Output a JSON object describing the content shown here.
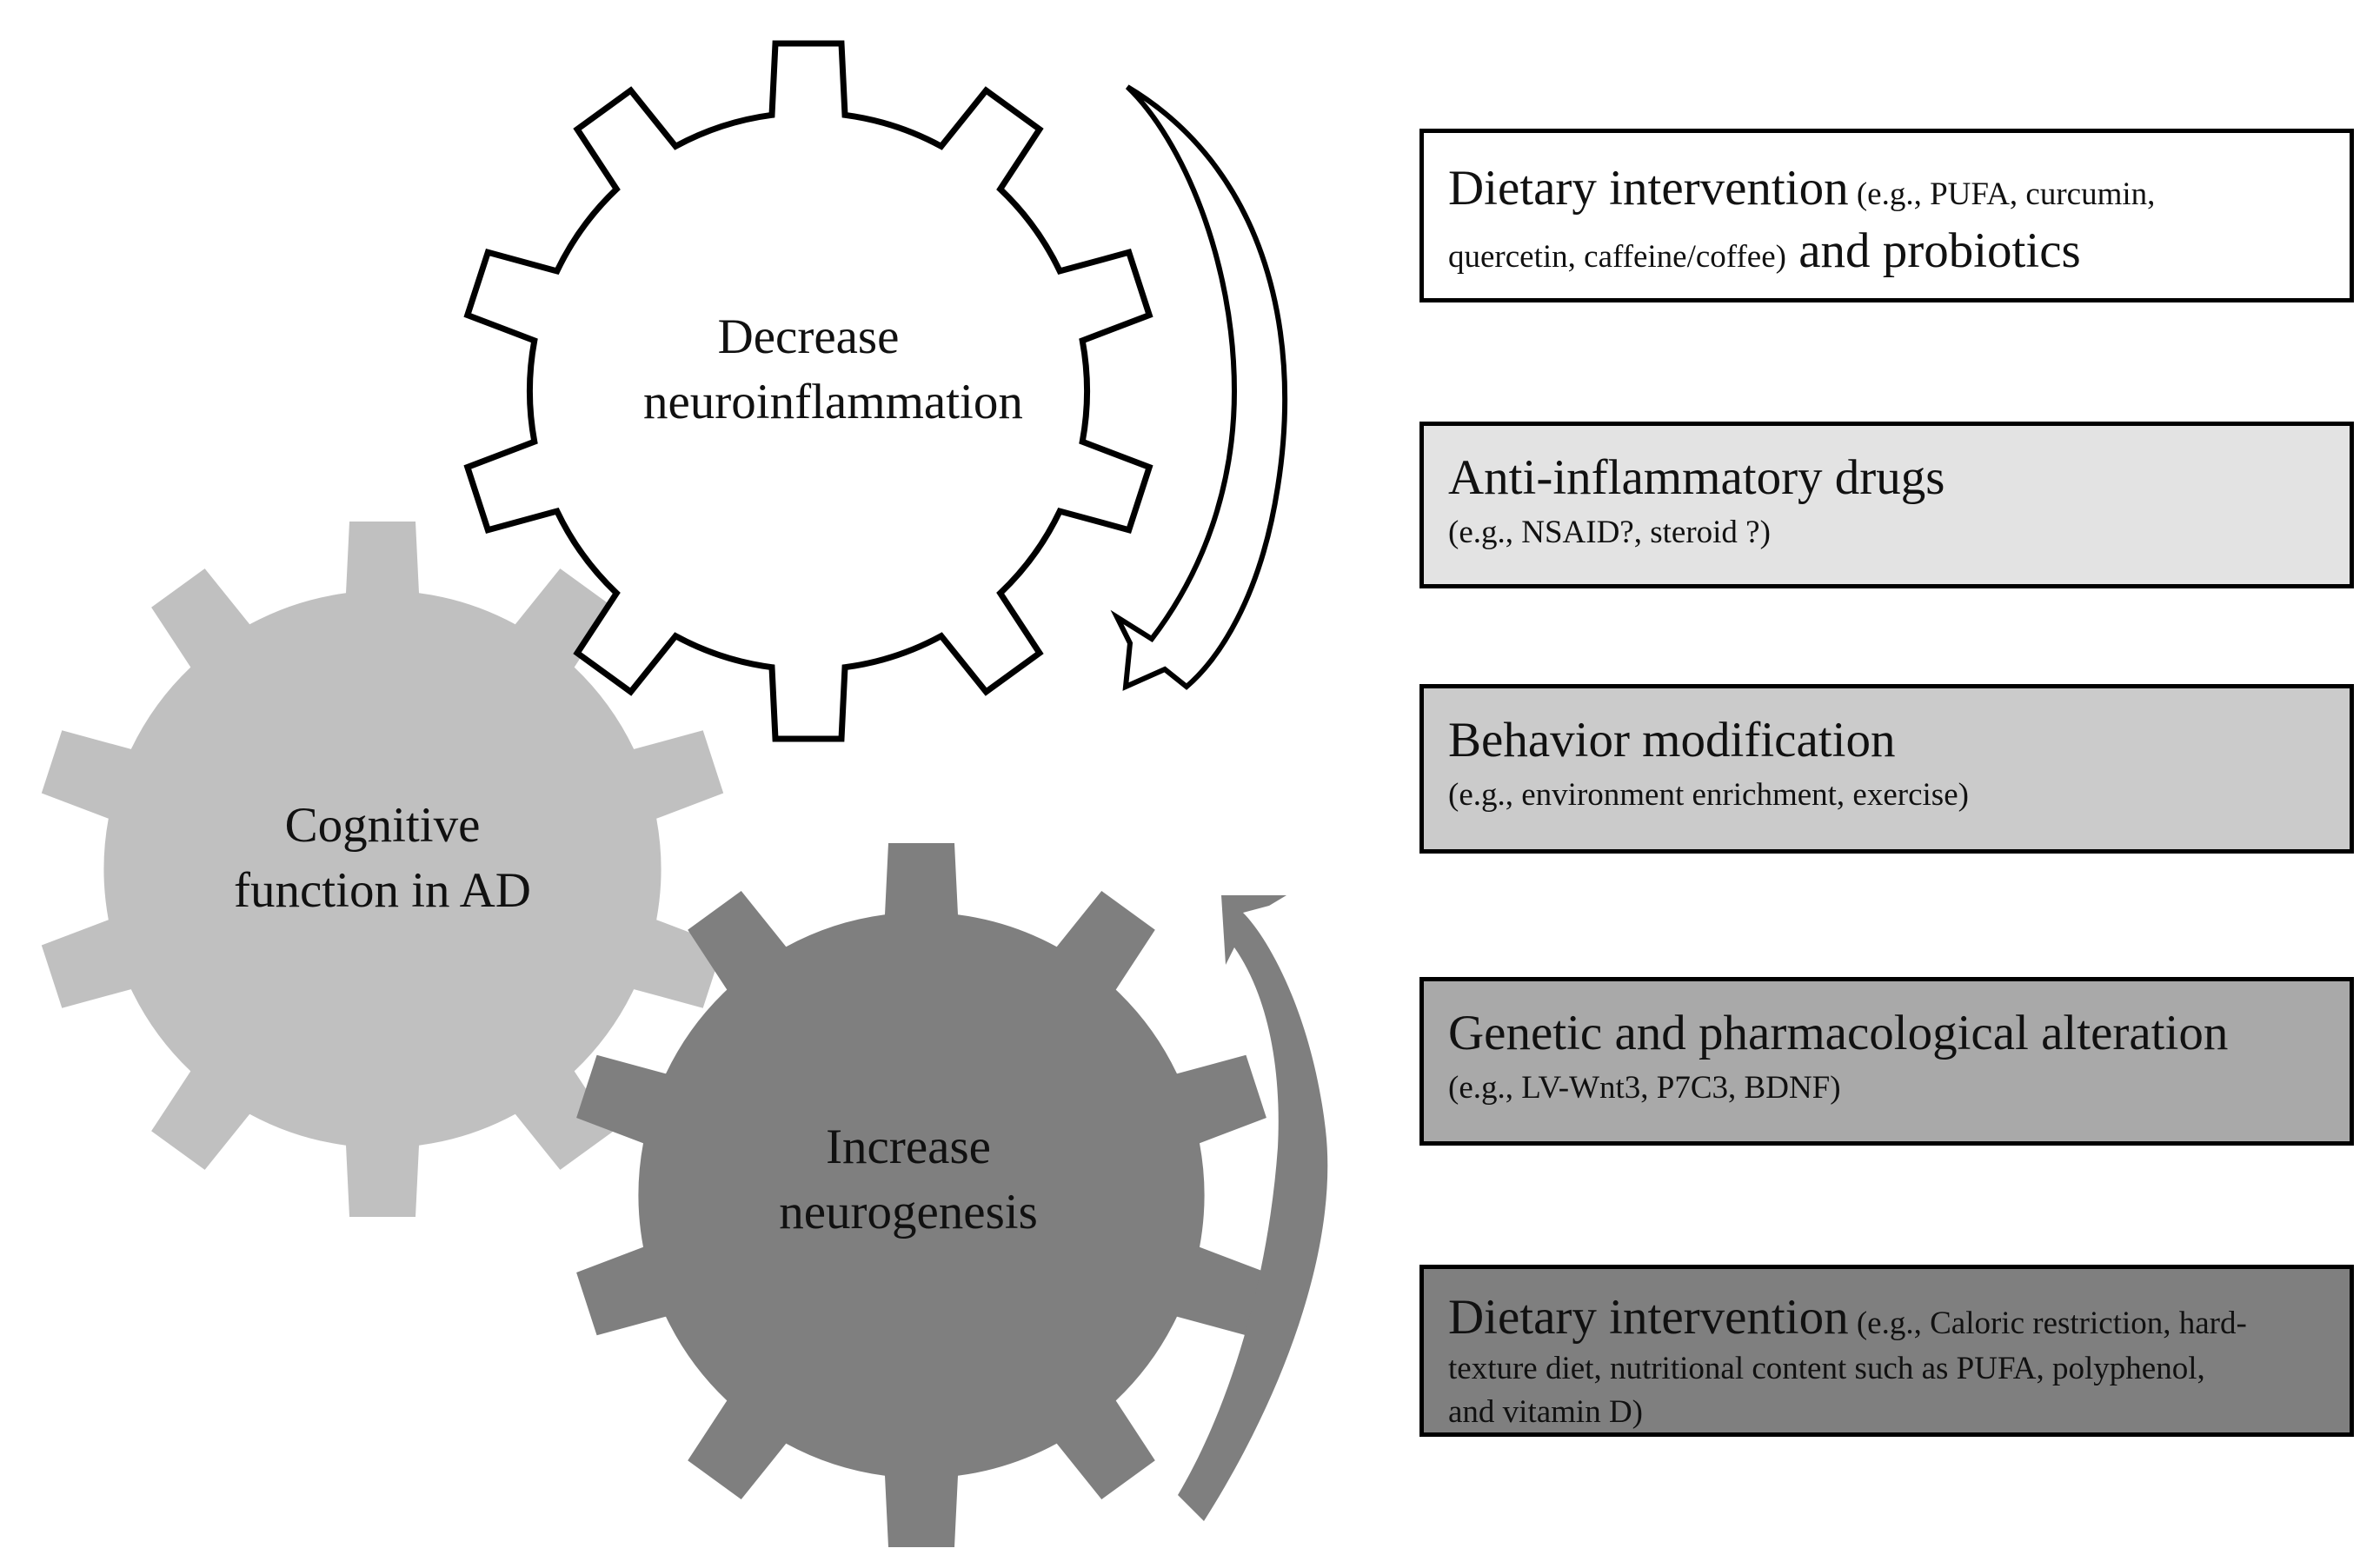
{
  "gears": {
    "neuroinflammation": {
      "line1": "Decrease",
      "line2": "neuroinflammation",
      "fill": "#ffffff",
      "stroke": "#000000"
    },
    "cognitive": {
      "line1": "Cognitive",
      "line2": "function in AD",
      "fill": "#c0c0c0"
    },
    "neurogenesis": {
      "line1": "Increase",
      "line2": "neurogenesis",
      "fill": "#7f7f7f"
    }
  },
  "boxes": [
    {
      "fill": "#ffffff",
      "title": "Dietary intervention",
      "detail_inline": " (e.g., PUFA, curcumin,",
      "detail_line2": "quercetin, caffeine/coffee)",
      "tail": " and probiotics"
    },
    {
      "fill": "#e3e3e3",
      "title": "Anti-inflammatory drugs",
      "detail": "(e.g., NSAID?, steroid ?)"
    },
    {
      "fill": "#cbcbcb",
      "title": "Behavior modification",
      "detail": "(e.g., environment enrichment, exercise)"
    },
    {
      "fill": "#a9a9a9",
      "title": "Genetic and pharmacological alteration",
      "detail": "(e.g., LV-Wnt3, P7C3, BDNF)"
    },
    {
      "fill": "#7f7f7f",
      "title": "Dietary intervention",
      "detail_inline": " (e.g., Caloric restriction, hard-",
      "detail_line2": "texture diet, nutritional content such as PUFA, polyphenol,",
      "detail_line3": "and vitamin D)"
    }
  ],
  "arrows": {
    "down_arrow": {
      "fill": "#ffffff",
      "stroke": "#000000"
    },
    "up_arrow": {
      "fill": "#7f7f7f"
    }
  }
}
